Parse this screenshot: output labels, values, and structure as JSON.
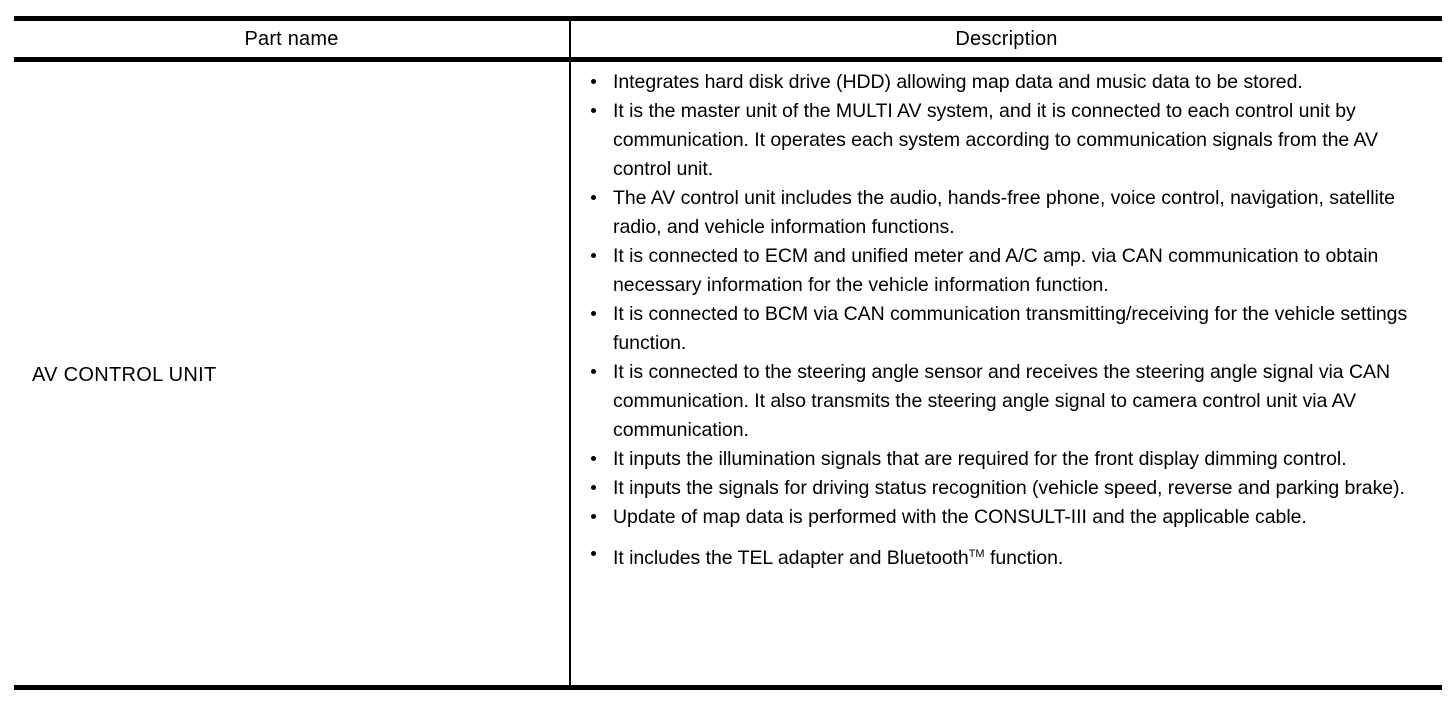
{
  "table": {
    "headers": {
      "part_name": "Part name",
      "description": "Description"
    },
    "rows": [
      {
        "part_name": "AV CONTROL UNIT",
        "description_bullets": [
          "Integrates hard disk drive (HDD) allowing map data and music data to be stored.",
          "It is the master unit of the MULTI AV system, and it is connected to each control unit by communication. It operates each system according to communication signals from the AV control unit.",
          "The AV control unit includes the audio, hands-free phone, voice control, navigation, satellite radio, and vehicle information functions.",
          "It is connected to ECM and unified meter and A/C amp. via CAN communication to obtain necessary information for the vehicle information function.",
          "It is connected to BCM via CAN communication transmitting/receiving for the vehicle settings function.",
          "It is connected to the steering angle sensor and receives the steering angle signal via CAN communication. It also transmits the steering angle signal to camera control unit via AV communication.",
          "It inputs the illumination signals that are required for the front display dimming control.",
          "It inputs the signals for driving status recognition (vehicle speed, reverse and parking brake).",
          "Update of map data is performed with the CONSULT-III and the applicable cable."
        ],
        "description_last_bullet": {
          "prefix": "It includes the TEL adapter and Bluetooth",
          "trademark": "TM",
          "suffix": " function."
        }
      }
    ]
  },
  "colors": {
    "text": "#000000",
    "background": "#ffffff",
    "rule": "#000000"
  }
}
